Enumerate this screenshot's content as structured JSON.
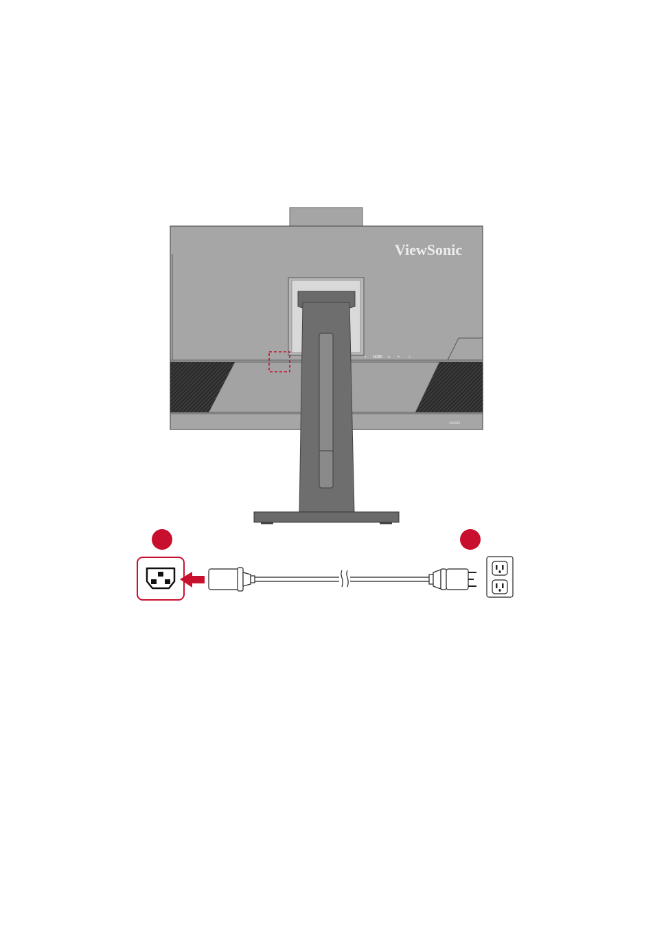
{
  "monitor": {
    "brand": "ViewSonic",
    "port_marks": [
      "⇠",
      "HDMI",
      "⇥",
      "⬑",
      "⇢"
    ],
    "model_label": "VG2456",
    "accent_color": "#c8102e"
  },
  "steps": [
    {
      "id": "1",
      "label": ""
    },
    {
      "id": "2",
      "label": ""
    }
  ],
  "icons": {
    "power_inlet": "iec-c14-inlet-icon",
    "arrow": "insert-arrow-icon",
    "cable": "power-cable-icon",
    "outlet": "wall-outlet-icon"
  }
}
